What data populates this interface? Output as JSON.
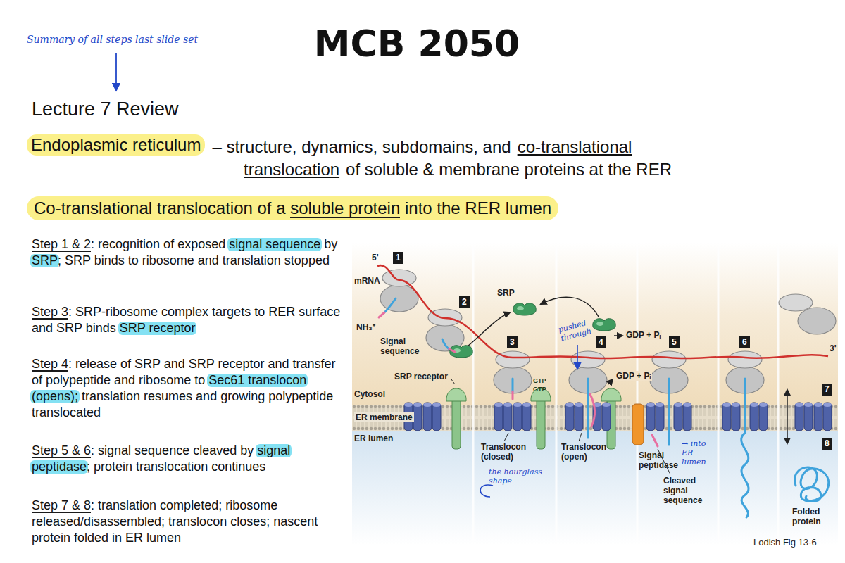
{
  "diagram": {
    "title": "MCB 2050",
    "nodes": [
      {
        "text": [
          "Endoplasmic reticulum"
        ]
      },
      {
        "text": [
          "Co-translational translocation of a soluble protein into the RER lumen"
        ]
      }
    ],
    "labels": [
      "Summary of all steps last slide set",
      "Lecture 7 Review",
      "– structure, dynamics, subdomains, and",
      "co-translational",
      "translocation",
      "of soluble & membrane proteins at the RER",
      "Step 1 & 2: recognition of exposed signal sequence by SRP; SRP binds to ribosome and translation stopped",
      "Step 3: SRP-ribosome complex targets to RER surface and SRP binds SRP receptor",
      "Step 4: release of SRP and SRP receptor and transfer of polypeptide and ribosome to Sec61 translocon (opens); translation resumes and growing polypeptide translocated",
      "Step 5 & 6: signal sequence cleaved by signal peptidase; protein translocation continues",
      "Step 7 & 8: translation completed; ribosome released/disassembled; translocon closes; nascent protein folded in ER lumen",
      "5'",
      "mRNA",
      "1",
      "2",
      "3",
      "4",
      "5",
      "6",
      "7",
      "8",
      "3'",
      "SRP",
      "NH₃⁺",
      "Signal sequence",
      "GDP + Pᵢ",
      "GDP + Pᵢ",
      "GTP",
      "GTP",
      "SRP receptor",
      "Cytosol",
      "ER membrane",
      "ER lumen",
      "Translocon (closed)",
      "Translocon (open)",
      "Signal peptidase",
      "Cleaved signal sequence",
      "Folded protein",
      "pushed through",
      "the hourglass shape",
      "→ into ER lumen",
      "Lodish Fig 13-6"
    ]
  }
}
